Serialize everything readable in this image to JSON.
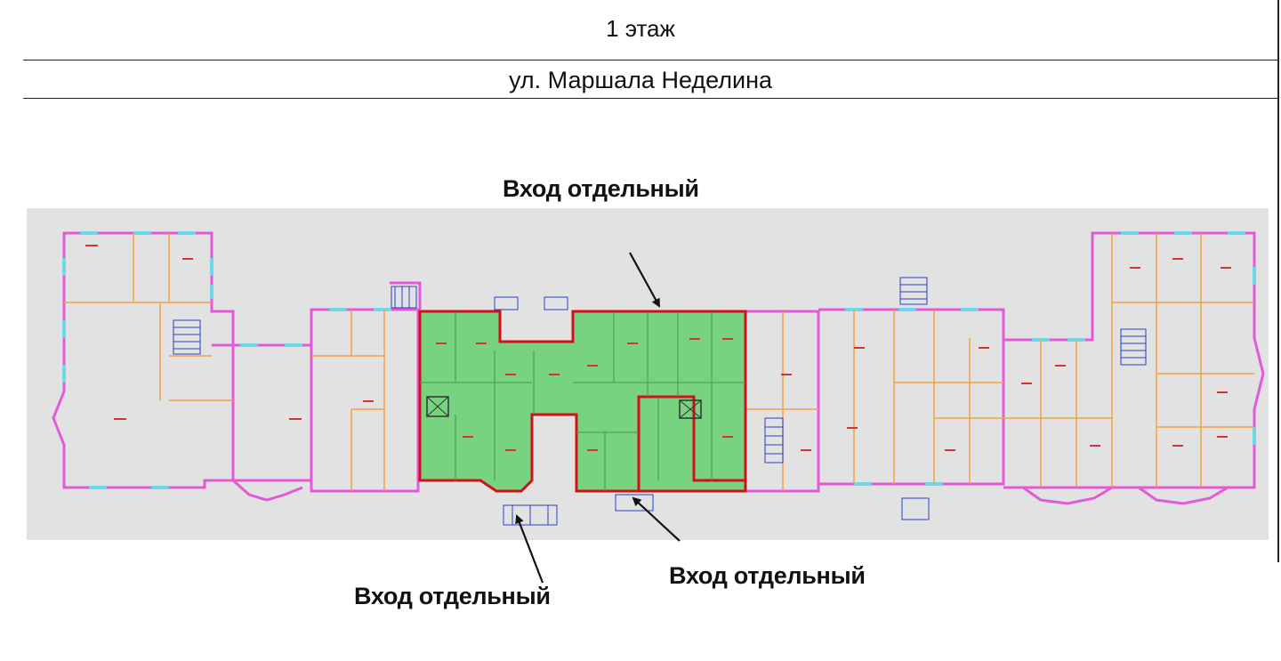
{
  "header": {
    "floor_title": "1 этаж",
    "street_name": "ул. Маршала Неделина"
  },
  "annotations": {
    "entrance_top": "Вход отдельный",
    "entrance_bottom_left": "Вход отдельный",
    "entrance_bottom_right": "Вход отдельный"
  },
  "colors": {
    "plan_background": "#e2e2e2",
    "wall_outline": "#e25ad8",
    "window_marks": "#6fd8e6",
    "interior_lines": "#f0a341",
    "highlighted_area_fill": "#77d37f",
    "highlighted_area_border": "#d0101a",
    "room_labels": "#d33434"
  }
}
